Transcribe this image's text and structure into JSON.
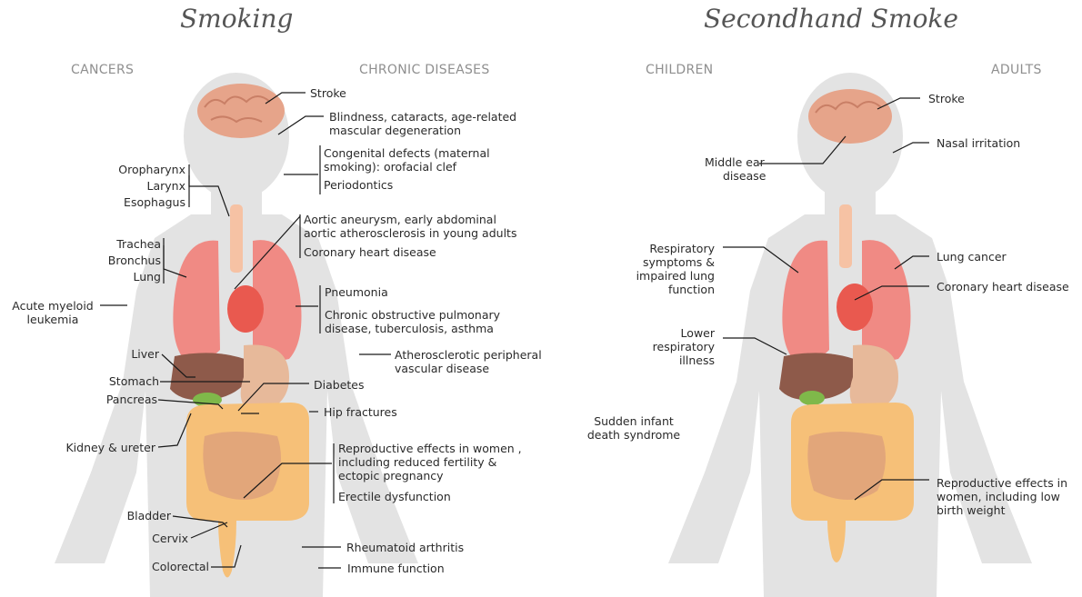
{
  "panels": {
    "smoking": {
      "title": "Smoking",
      "left_heading": "CANCERS",
      "right_heading": "CHRONIC DISEASES",
      "cancers": {
        "oropharynx": "Oropharynx",
        "larynx": "Larynx",
        "esophagus": "Esophagus",
        "trachea": "Trachea",
        "bronchus": "Bronchus",
        "lung": "Lung",
        "aml_1": "Acute myeloid",
        "aml_2": "leukemia",
        "liver": "Liver",
        "stomach": "Stomach",
        "pancreas": "Pancreas",
        "kidney": "Kidney & ureter",
        "bladder": "Bladder",
        "cervix": "Cervix",
        "colorectal": "Colorectal"
      },
      "chronic": {
        "stroke": "Stroke",
        "blindness_1": "Blindness, cataracts, age-related",
        "blindness_2": "mascular degeneration",
        "congenital_1": "Congenital defects (maternal",
        "congenital_2": "smoking): orofacial clef",
        "periodontics": "Periodontics",
        "aortic_1": "Aortic aneurysm, early abdominal",
        "aortic_2": "aortic atherosclerosis in young adults",
        "coronary": "Coronary heart disease",
        "pneumonia": "Pneumonia",
        "copd_1": "Chronic obstructive pulmonary",
        "copd_2": "disease, tuberculosis, asthma",
        "athero_1": "Atherosclerotic peripheral",
        "athero_2": "vascular disease",
        "diabetes": "Diabetes",
        "hip": "Hip fractures",
        "repro_1": "Reproductive effects in women ,",
        "repro_2": "including reduced fertility &",
        "repro_3": "ectopic pregnancy",
        "erectile": "Erectile dysfunction",
        "rheumatoid": "Rheumatoid arthritis",
        "immune": "Immune function"
      }
    },
    "secondhand": {
      "title": "Secondhand Smoke",
      "left_heading": "CHILDREN",
      "right_heading": "ADULTS",
      "children": {
        "ear_1": "Middle ear",
        "ear_2": "disease",
        "resp_1": "Respiratory",
        "resp_2": "symptoms &",
        "resp_3": "impaired lung",
        "resp_4": "function",
        "lower_1": "Lower",
        "lower_2": "respiratory",
        "lower_3": "illness",
        "sids_1": "Sudden infant",
        "sids_2": "death syndrome"
      },
      "adults": {
        "stroke": "Stroke",
        "nasal": "Nasal irritation",
        "lung_cancer": "Lung cancer",
        "coronary": "Coronary heart disease",
        "repro_1": "Reproductive effects in",
        "repro_2": "women, including low",
        "repro_3": "birth weight"
      }
    }
  },
  "colors": {
    "silhouette": "#e3e3e3",
    "brain": "#e6a48a",
    "lung": "#f08a84",
    "heart": "#e9594f",
    "trachea": "#f6c2a4",
    "liver": "#8e5a4a",
    "stomach": "#e7b99a",
    "intestine": "#f6c078",
    "gallbladder": "#7fb84a",
    "leader_line": "#1a1a1a"
  }
}
